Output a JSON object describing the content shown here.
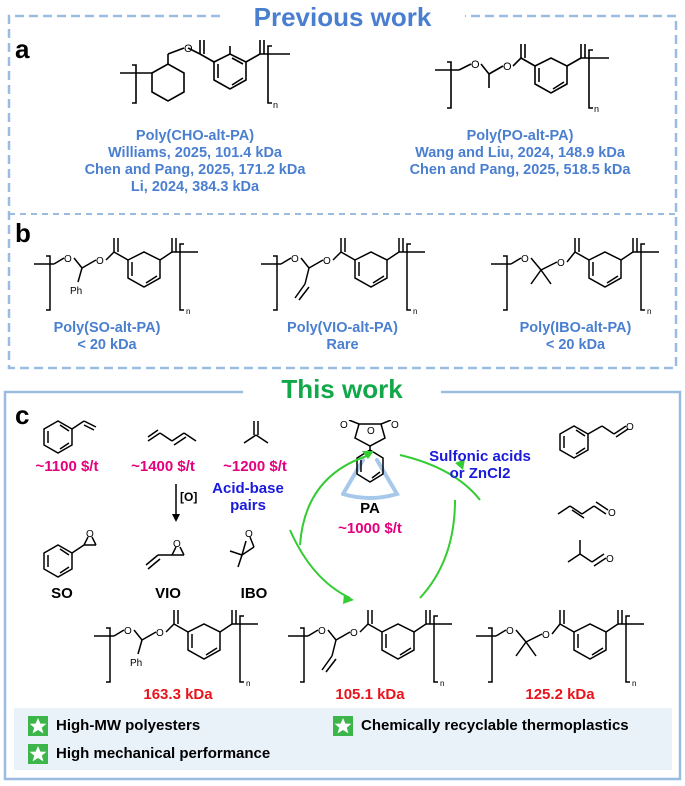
{
  "previous": {
    "title": "Previous work",
    "panel_a": "a",
    "panel_b": "b",
    "cho_name": "Poly(CHO-alt-PA)",
    "cho_refs": [
      "Williams, 2025, 101.4 kDa",
      "Chen and Pang, 2025, 171.2 kDa",
      "Li, 2024, 384.3 kDa"
    ],
    "po_name": "Poly(PO-alt-PA)",
    "po_refs": [
      "Wang and Liu, 2024, 148.9 kDa",
      "Chen and Pang, 2025, 518.5 kDa"
    ],
    "so_name": "Poly(SO-alt-PA)",
    "so_note": "< 20 kDa",
    "vio_name": "Poly(VIO-alt-PA)",
    "vio_note": "Rare",
    "ibo_name": "Poly(IBO-alt-PA)",
    "ibo_note": "< 20 kDa"
  },
  "this_work": {
    "title": "This work",
    "panel_c": "c",
    "prices": [
      "~1100 $/t",
      "~1400 $/t",
      "~1200 $/t"
    ],
    "oxidation": "[O]",
    "epoxides": [
      "SO",
      "VIO",
      "IBO"
    ],
    "pa_label": "PA",
    "pa_price": "~1000 $/t",
    "catalyst_polymerization": "Acid-base pairs",
    "catalyst_recycling": "Sulfonic acids or ZnCl2",
    "subscript_n": "n",
    "phenyl": "Ph",
    "molecular_weights": [
      "163.3 kDa",
      "105.1 kDa",
      "125.2 kDa"
    ]
  },
  "features": [
    "High-MW polyesters",
    "Chemically recyclable thermoplastics",
    "High mechanical performance"
  ],
  "colors": {
    "blue_accent": "#4a7fd0",
    "frame_blue": "#9bbbe0",
    "green_title": "#12a84a",
    "price_magenta": "#e5007d",
    "mw_red": "#e8141c",
    "catalyst_navy": "#1a1adc",
    "arrow_green": "#33cc33",
    "feature_bg": "#e9f1f9"
  },
  "icons": [
    "star-check-icon"
  ]
}
